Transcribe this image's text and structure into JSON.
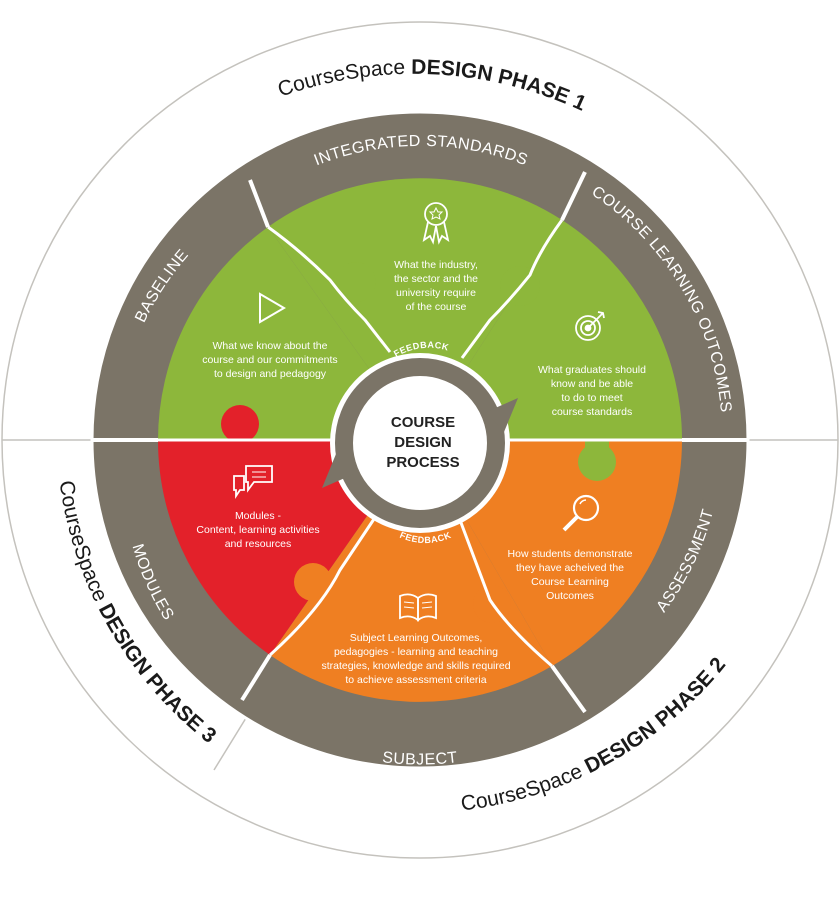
{
  "phases": [
    {
      "brand": "CourseSpace",
      "label": "DESIGN PHASE 1"
    },
    {
      "brand": "CourseSpace",
      "label": "DESIGN PHASE 2"
    },
    {
      "brand": "CourseSpace",
      "label": "DESIGN PHASE 3"
    }
  ],
  "ring": {
    "integrated_standards": "INTEGRATED STANDARDS",
    "course_learning_outcomes": "COURSE LEARNING OUTCOMES",
    "assessment": "ASSESSMENT",
    "subject": "SUBJECT",
    "modules": "MODULES",
    "baseline": "BASELINE"
  },
  "pieces": {
    "baseline": [
      "What we know about the",
      "course and our commitments",
      "to design and pedagogy"
    ],
    "standards": [
      "What the industry,",
      "the sector and the",
      "university require",
      "of the course"
    ],
    "outcomes": [
      "What graduates should",
      "know and be able",
      "to do to meet",
      "course standards"
    ],
    "assessment": [
      "How students demonstrate",
      "they have acheived the",
      "Course Learning",
      "Outcomes"
    ],
    "subject": [
      "Subject Learning Outcomes,",
      "pedagogies - learning and teaching",
      "strategies, knowledge and skills required",
      "to achieve assessment criteria"
    ],
    "modules": [
      "Modules -",
      "Content, learning activities",
      "and resources"
    ]
  },
  "center": {
    "lines": [
      "COURSE",
      "DESIGN",
      "PROCESS"
    ],
    "feedback_top": "FEEDBACK",
    "feedback_bottom": "FEEDBACK"
  },
  "icons": {
    "baseline": "play-icon",
    "standards": "award-ribbon-icon",
    "outcomes": "target-icon",
    "assessment": "magnifier-icon",
    "subject": "open-book-icon",
    "modules": "chat-bubbles-icon"
  },
  "colors": {
    "ring": "#7b7467",
    "green": "#8db73b",
    "orange": "#ef7f22",
    "red": "#e3212a",
    "outline": "#c4c2bd"
  }
}
